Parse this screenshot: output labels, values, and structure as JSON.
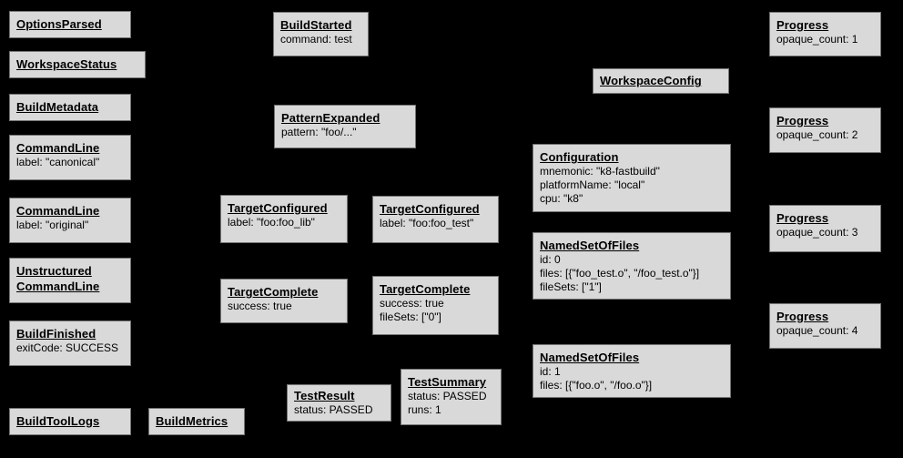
{
  "diagram": {
    "description": "Build Event Protocol event graph",
    "background_color": "#000000",
    "box_fill_color": "#d9d9d9",
    "box_border_color": "#747474",
    "text_color": "#000000"
  },
  "boxes": {
    "options_parsed": {
      "title": "OptionsParsed",
      "lines": []
    },
    "workspace_status": {
      "title": "WorkspaceStatus",
      "lines": []
    },
    "build_metadata": {
      "title": "BuildMetadata",
      "lines": []
    },
    "command_line_canonical": {
      "title": "CommandLine",
      "lines": [
        "label: \"canonical\""
      ]
    },
    "command_line_original": {
      "title": "CommandLine",
      "lines": [
        "label: \"original\""
      ]
    },
    "unstructured_command_line": {
      "title": "Unstructured\nCommandLine",
      "lines": []
    },
    "build_finished": {
      "title": "BuildFinished",
      "lines": [
        "exitCode: SUCCESS"
      ]
    },
    "build_tool_logs": {
      "title": "BuildToolLogs",
      "lines": []
    },
    "build_metrics": {
      "title": "BuildMetrics",
      "lines": []
    },
    "build_started": {
      "title": "BuildStarted",
      "lines": [
        "command: test"
      ]
    },
    "pattern_expanded": {
      "title": "PatternExpanded",
      "lines": [
        "pattern: \"foo/...\""
      ]
    },
    "target_configured_lib": {
      "title": "TargetConfigured",
      "lines": [
        "label: \"foo:foo_lib\""
      ]
    },
    "target_configured_test": {
      "title": "TargetConfigured",
      "lines": [
        "label: \"foo:foo_test\""
      ]
    },
    "target_complete_lib": {
      "title": "TargetComplete",
      "lines": [
        "success: true"
      ]
    },
    "target_complete_test": {
      "title": "TargetComplete",
      "lines": [
        "success: true",
        "fileSets: [\"0\"]"
      ]
    },
    "test_result": {
      "title": "TestResult",
      "lines": [
        "status: PASSED"
      ]
    },
    "test_summary": {
      "title": "TestSummary",
      "lines": [
        "status: PASSED",
        "runs: 1"
      ]
    },
    "workspace_config": {
      "title": "WorkspaceConfig",
      "lines": []
    },
    "configuration": {
      "title": "Configuration",
      "lines": [
        "mnemonic: \"k8-fastbuild\"",
        "platformName: \"local\"",
        "cpu: \"k8\""
      ]
    },
    "named_set_of_files_0": {
      "title": "NamedSetOfFiles",
      "lines": [
        "id: 0",
        "files: [{\"foo_test.o\", \"/foo_test.o\"}]",
        "fileSets: [\"1\"]"
      ]
    },
    "named_set_of_files_1": {
      "title": "NamedSetOfFiles",
      "lines": [
        "id: 1",
        "files: [{\"foo.o\", \"/foo.o\"}]"
      ]
    },
    "progress_1": {
      "title": "Progress",
      "lines": [
        "opaque_count: 1"
      ]
    },
    "progress_2": {
      "title": "Progress",
      "lines": [
        "opaque_count: 2"
      ]
    },
    "progress_3": {
      "title": "Progress",
      "lines": [
        "opaque_count: 3"
      ]
    },
    "progress_4": {
      "title": "Progress",
      "lines": [
        "opaque_count: 4"
      ]
    }
  }
}
